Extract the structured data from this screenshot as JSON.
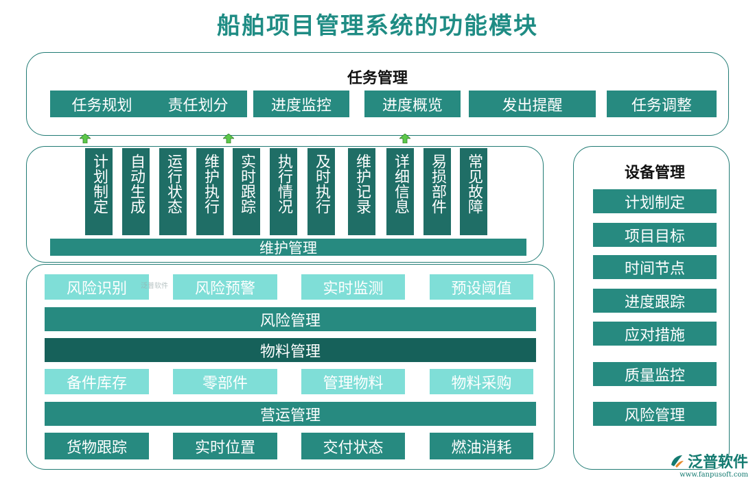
{
  "title": "船舶项目管理系统的功能模块",
  "task_management": {
    "title": "任务管理",
    "items": [
      "任务规划",
      "责任划分",
      "进度监控",
      "进度概览",
      "发出提醒",
      "任务调整"
    ]
  },
  "maintenance_management": {
    "title": "维护管理",
    "items": [
      "计划制定",
      "自动生成",
      "运行状态",
      "维护执行",
      "实时跟踪",
      "执行情况",
      "及时执行",
      "维护记录",
      "详细信息",
      "易损部件",
      "常见故障"
    ]
  },
  "risk_management": {
    "title": "风险管理",
    "items": [
      "风险识别",
      "风险预警",
      "实时监测",
      "预设阈值"
    ]
  },
  "material_management": {
    "title": "物料管理",
    "items": [
      "备件库存",
      "零部件",
      "管理物料",
      "物料采购"
    ]
  },
  "operation_management": {
    "title": "营运管理",
    "items": [
      "货物跟踪",
      "实时位置",
      "交付状态",
      "燃油消耗"
    ]
  },
  "equipment_management": {
    "title": "设备管理",
    "items": [
      "计划制定",
      "项目目标",
      "时间节点",
      "进度跟踪",
      "应对措施",
      "质量监控",
      "风险管理"
    ]
  },
  "watermark": "泛普软件",
  "logo": {
    "text": "泛普软件",
    "url": "www.fanpusoft.com"
  },
  "colors": {
    "primary": "#278a80",
    "dark": "#16615a",
    "light": "#7fded7",
    "title": "#1f8c84"
  }
}
